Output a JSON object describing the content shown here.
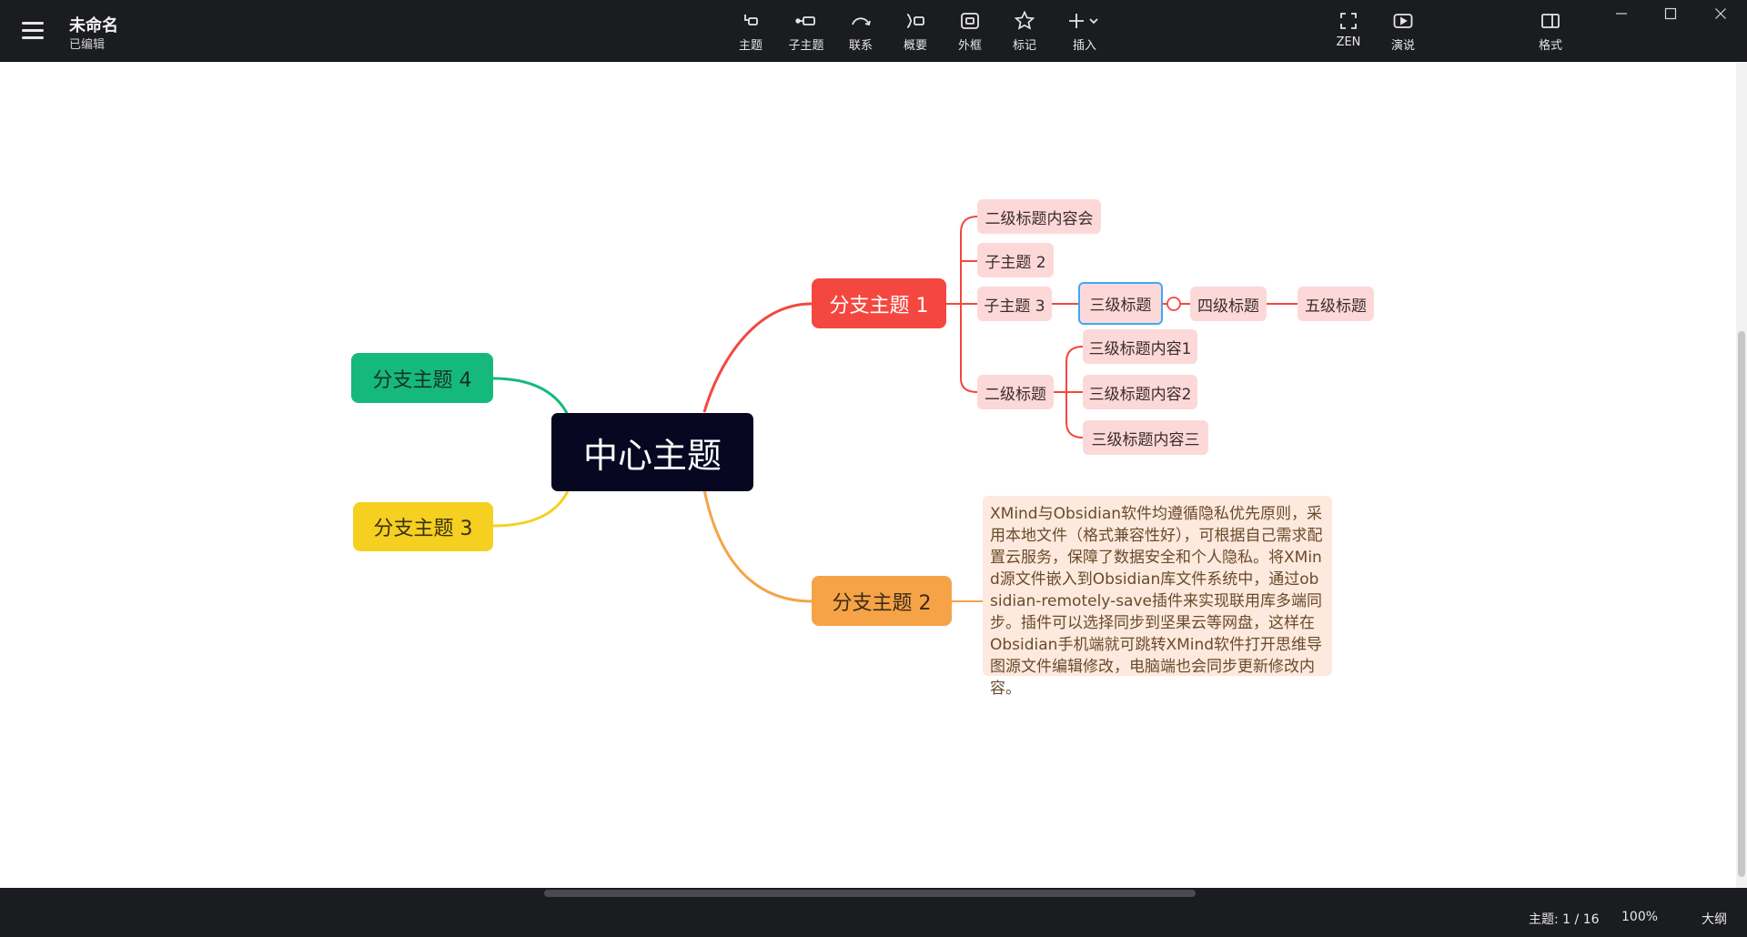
{
  "app": {
    "title": "未命名",
    "status": "已编辑"
  },
  "toolbar": [
    {
      "id": "topic",
      "label": "主题",
      "icon": "topic-icon"
    },
    {
      "id": "subtopic",
      "label": "子主题",
      "icon": "subtopic-icon"
    },
    {
      "id": "relationship",
      "label": "联系",
      "icon": "relationship-icon"
    },
    {
      "id": "summary",
      "label": "概要",
      "icon": "summary-icon"
    },
    {
      "id": "boundary",
      "label": "外框",
      "icon": "boundary-icon"
    },
    {
      "id": "marker",
      "label": "标记",
      "icon": "star-icon"
    },
    {
      "id": "insert",
      "label": "插入",
      "icon": "plus-icon"
    },
    {
      "id": "zen",
      "label": "ZEN",
      "icon": "zen-icon"
    },
    {
      "id": "pitch",
      "label": "演说",
      "icon": "pitch-icon"
    },
    {
      "id": "format",
      "label": "格式",
      "icon": "format-icon"
    }
  ],
  "mindmap": {
    "central": "中心主题",
    "branch1": "分支主题 1",
    "branch2": "分支主题 2",
    "branch3": "分支主题 3",
    "branch4": "分支主题 4",
    "b1_sub1": "二级标题内容会",
    "b1_sub2": "子主题 2",
    "b1_sub3": "子主题 3",
    "b1_sub4": "二级标题",
    "level3": "三级标题",
    "level4": "四级标题",
    "level5": "五级标题",
    "l3_item1": "三级标题内容1",
    "l3_item2": "三级标题内容2",
    "l3_item3": "三级标题内容三",
    "note": "XMind与Obsidian软件均遵循隐私优先原则，采用本地文件（格式兼容性好），可根据自己需求配置云服务，保障了数据安全和个人隐私。将XMind源文件嵌入到Obsidian库文件系统中，通过obsidian-remotely-save插件来实现联用库多端同步。插件可以选择同步到坚果云等网盘，这样在Obsidian手机端就可跳转XMind软件打开思维导图源文件编辑修改，电脑端也会同步更新修改内容。"
  },
  "colors": {
    "branch1": "#f4473f",
    "branch2": "#f6a347",
    "branch3": "#f5d021",
    "branch4": "#16b97c",
    "central": "#070722",
    "subtopic": "#fcd9d8",
    "note": "#fde9dd",
    "selection": "#3da8f5"
  },
  "status": {
    "topic_count": "主题: 1 / 16",
    "zoom": "100%",
    "outline": "大纲"
  }
}
